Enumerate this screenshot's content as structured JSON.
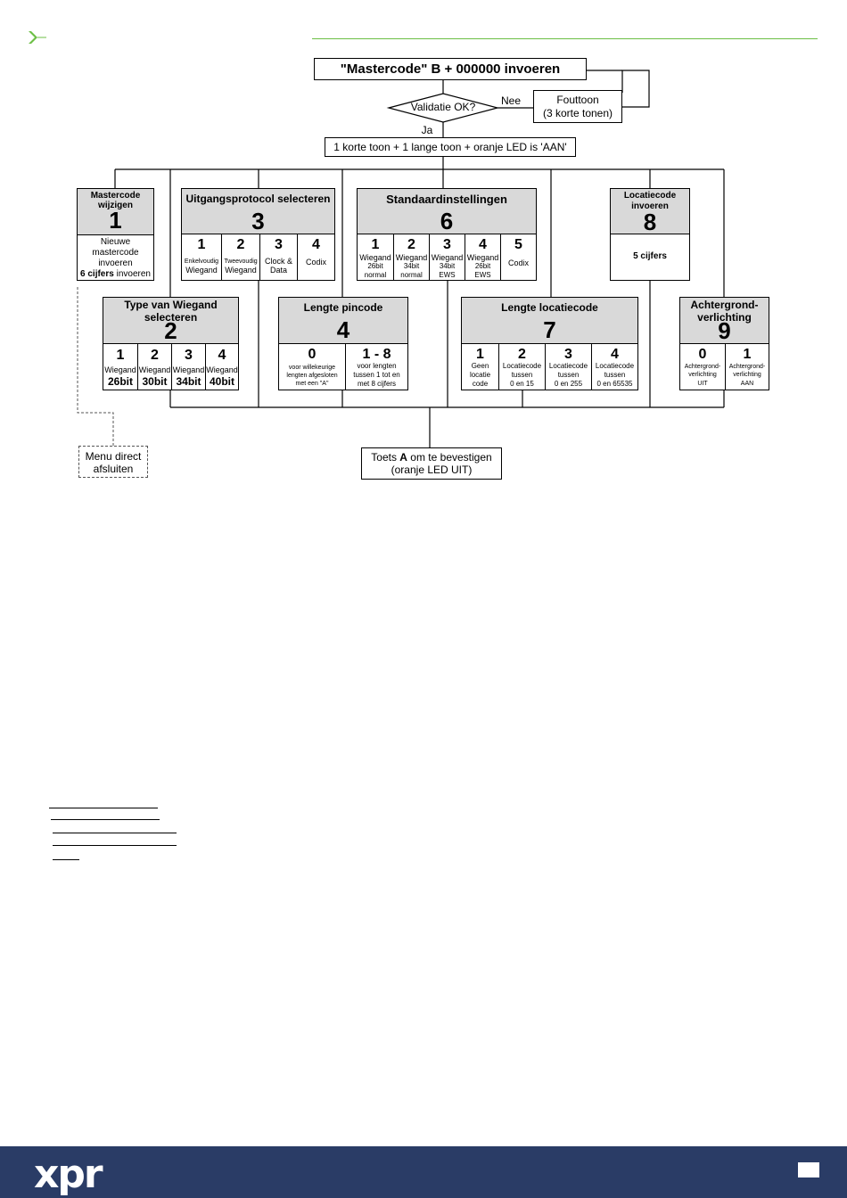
{
  "start": {
    "title": "\"Mastercode\" B + 000000 invoeren"
  },
  "validation": {
    "label": "Validatie OK?",
    "no": "Nee",
    "yes": "Ja"
  },
  "error": {
    "line1": "Fouttoon",
    "line2": "(3 korte tonen)"
  },
  "ack": {
    "text": "1 korte toon + 1 lange toon + oranje LED is 'AAN'"
  },
  "menu1": {
    "title": "Mastercode wijzigen",
    "num": "1",
    "body1": "Nieuwe",
    "body2": "mastercode",
    "body3": "invoeren",
    "body4b": "6 cijfers",
    "body4": " invoeren"
  },
  "menu3": {
    "title": "Uitgangsprotocol selecteren",
    "num": "3",
    "options": [
      {
        "num": "1",
        "l1": "Enkelvoudig",
        "l2": "Wiegand"
      },
      {
        "num": "2",
        "l1": "Tweevoudig",
        "l2": "Wiegand"
      },
      {
        "num": "3",
        "l1": "Clock &",
        "l2": "Data"
      },
      {
        "num": "4",
        "l1": "Codix",
        "l2": ""
      }
    ]
  },
  "menu6": {
    "title": "Standaardinstellingen",
    "num": "6",
    "options": [
      {
        "num": "1",
        "l1": "Wiegand",
        "l2": "26bit",
        "l3": "normal"
      },
      {
        "num": "2",
        "l1": "Wiegand",
        "l2": "34bit",
        "l3": "normal"
      },
      {
        "num": "3",
        "l1": "Wiegand",
        "l2": "34bit",
        "l3": "EWS"
      },
      {
        "num": "4",
        "l1": "Wiegand",
        "l2": "26bit",
        "l3": "EWS"
      },
      {
        "num": "5",
        "l1": "Codix",
        "l2": "",
        "l3": ""
      }
    ]
  },
  "menu8": {
    "title1": "Locatiecode",
    "title2": "invoeren",
    "num": "8",
    "body": "5 cijfers"
  },
  "menu2": {
    "title1": "Type van Wiegand",
    "title2": "selecteren",
    "num": "2",
    "options": [
      {
        "num": "1",
        "l1": "Wiegand",
        "l2": "26bit"
      },
      {
        "num": "2",
        "l1": "Wiegand",
        "l2": "30bit"
      },
      {
        "num": "3",
        "l1": "Wiegand",
        "l2": "34bit"
      },
      {
        "num": "4",
        "l1": "Wiegand",
        "l2": "40bit"
      }
    ]
  },
  "menu4": {
    "title": "Lengte pincode",
    "num": "4",
    "options": [
      {
        "num": "0",
        "l1": "voor willekeurige",
        "l2": "lengten afgesloten",
        "l3": "met een \"A\""
      },
      {
        "num": "1 - 8",
        "l1": "voor lengten",
        "l2": "tussen 1 tot en",
        "l3": "met 8 cijfers"
      }
    ]
  },
  "menu7": {
    "title": "Lengte locatiecode",
    "num": "7",
    "options": [
      {
        "num": "1",
        "l1": "Geen",
        "l2": "locatie",
        "l3": "code"
      },
      {
        "num": "2",
        "l1": "Locatiecode",
        "l2": "tussen",
        "l3": "0 en 15"
      },
      {
        "num": "3",
        "l1": "Locatiecode",
        "l2": "tussen",
        "l3": "0 en 255"
      },
      {
        "num": "4",
        "l1": "Locatiecode",
        "l2": "tussen",
        "l3": "0 en 65535"
      }
    ]
  },
  "menu9": {
    "title1": "Achtergrond-",
    "title2": "verlichting",
    "num": "9",
    "options": [
      {
        "num": "0",
        "l1": "Achtergrond-",
        "l2": "verlichting",
        "l3": "UIT"
      },
      {
        "num": "1",
        "l1": "Achtergrond-",
        "l2": "verlichting",
        "l3": "AAN"
      }
    ]
  },
  "exit": {
    "line1": "Menu direct",
    "line2": "afsluiten"
  },
  "confirm": {
    "pre": "Toets ",
    "key": "A",
    "post": " om te bevestigen",
    "line2": "(oranje LED UIT)"
  },
  "footer": {
    "logo": "xpr",
    "accent": "#2a3c66"
  }
}
